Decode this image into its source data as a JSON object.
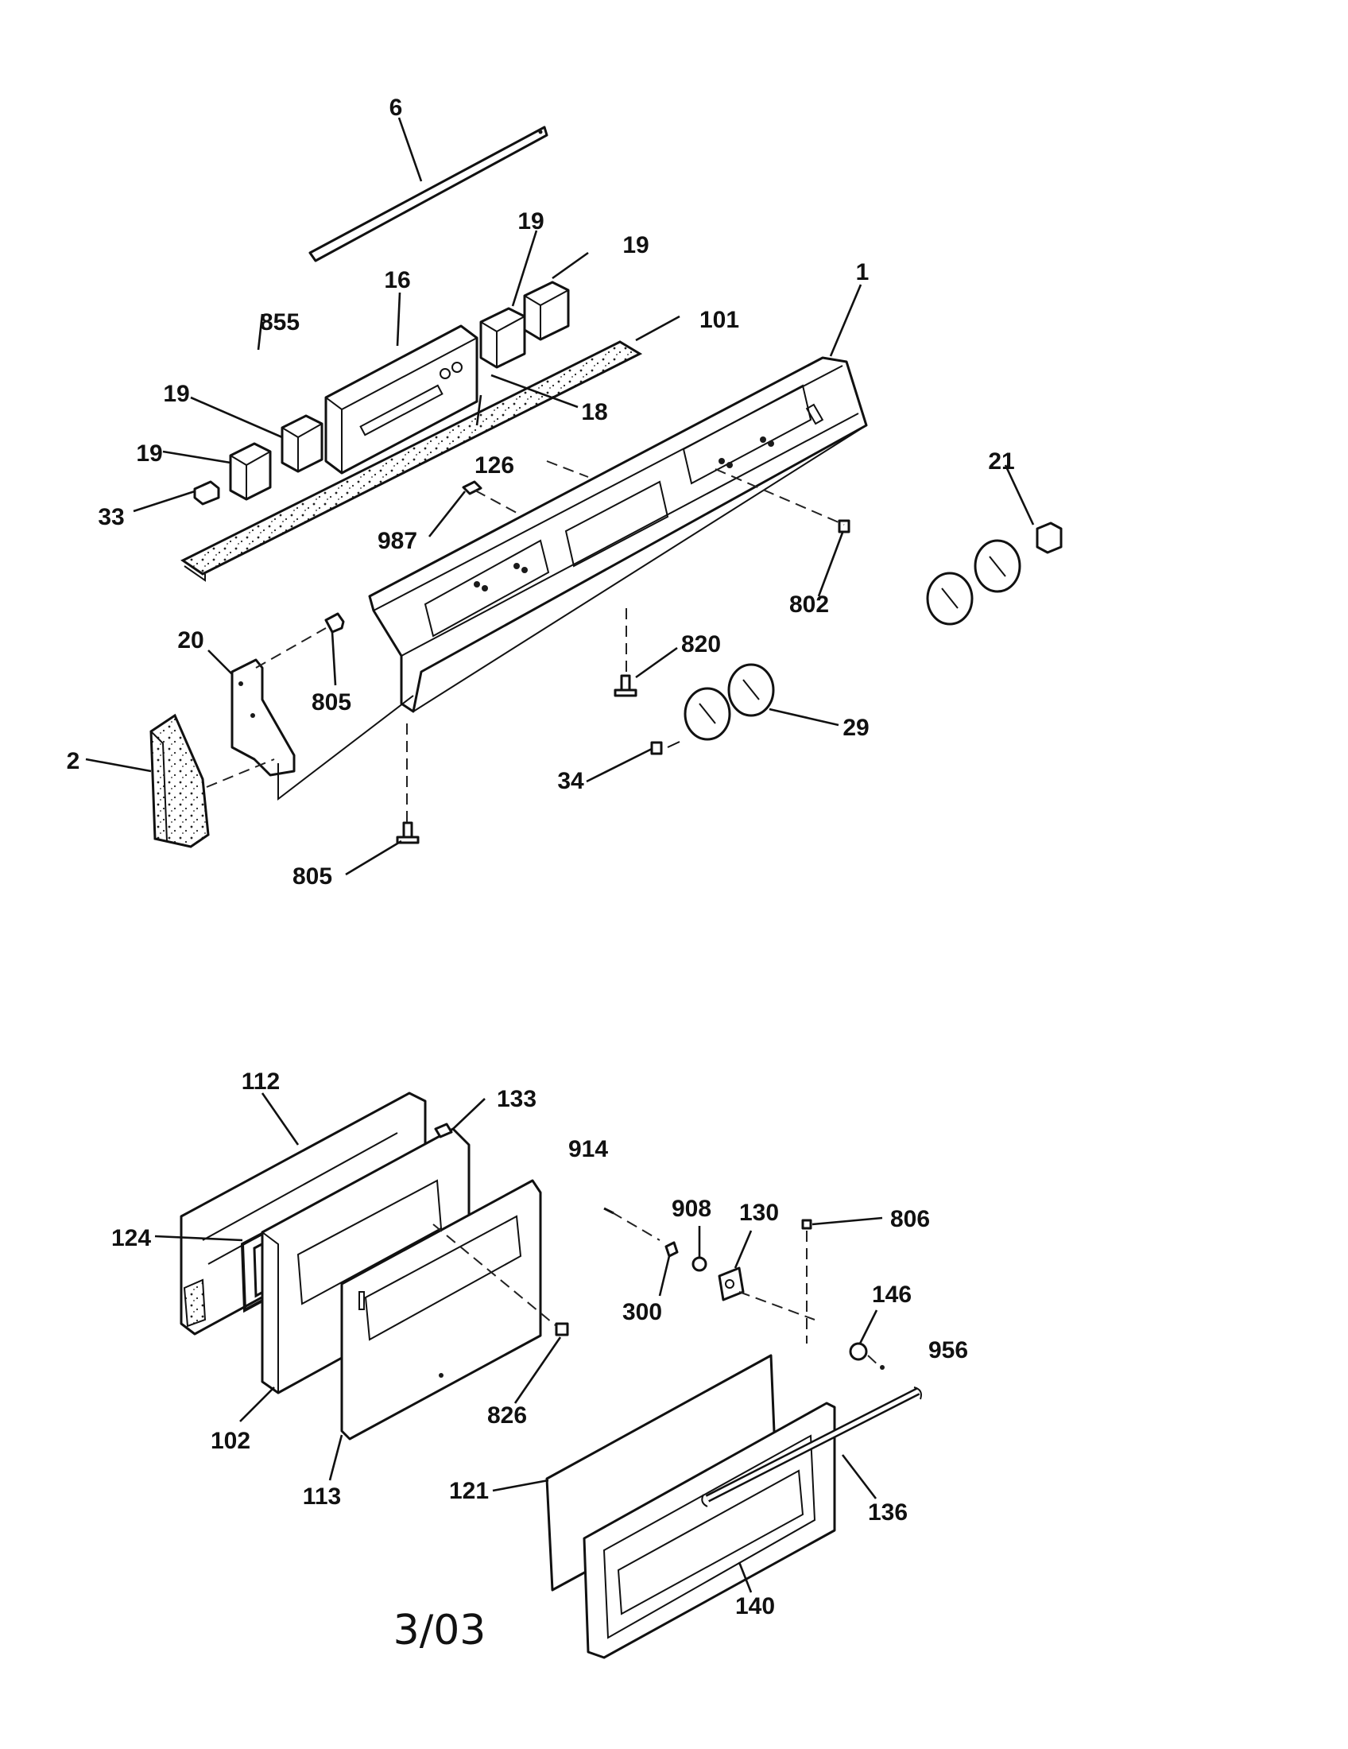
{
  "labels": {
    "l6": "6",
    "l19a": "19",
    "l19b": "19",
    "l16": "16",
    "l1": "1",
    "l101": "101",
    "l855": "855",
    "l19c": "19",
    "l18": "18",
    "l19d": "19",
    "l126": "126",
    "l21": "21",
    "l33": "33",
    "l987": "987",
    "l802": "802",
    "l20": "20",
    "l820": "820",
    "l805a": "805",
    "l2": "2",
    "l29": "29",
    "l34": "34",
    "l805b": "805",
    "l112": "112",
    "l133": "133",
    "l914": "914",
    "l908": "908",
    "l130": "130",
    "l806": "806",
    "l124": "124",
    "l300": "300",
    "l146": "146",
    "l956": "956",
    "l826": "826",
    "l102": "102",
    "l113": "113",
    "l121": "121",
    "l136": "136",
    "l140": "140"
  },
  "footer": "3/03"
}
